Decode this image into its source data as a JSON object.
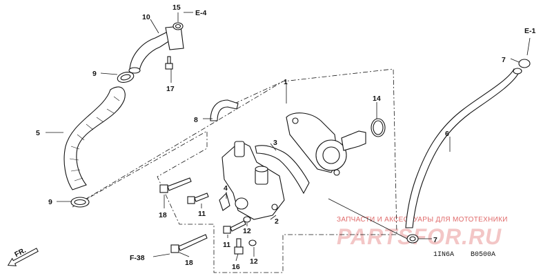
{
  "labels": {
    "p1": "1",
    "p2": "2",
    "p3": "3",
    "p4": "4",
    "p5": "5",
    "p6": "6",
    "p7a": "7",
    "p7b": "7",
    "p8": "8",
    "p9a": "9",
    "p9b": "9",
    "p10": "10",
    "p11a": "11",
    "p11b": "11",
    "p12a": "12",
    "p12b": "12",
    "p14": "14",
    "p15": "15",
    "p16": "16",
    "p17": "17",
    "p18a": "18",
    "p18b": "18"
  },
  "references": {
    "e4": "E-4",
    "e1": "E-1",
    "f38": "F-38",
    "fr": "FR."
  },
  "drawing_code": {
    "left": "1IN6A",
    "right": "B0500A"
  },
  "watermark": {
    "tagline": "ЗАПЧАСТИ И АКСЕССУАРЫ ДЛЯ МОТОТЕХНИКИ",
    "logo": "PARTSFOR.RU"
  },
  "colors": {
    "watermark_text": "#e06a6a",
    "watermark_logo": "#f3c6c6",
    "line": "#111111"
  }
}
